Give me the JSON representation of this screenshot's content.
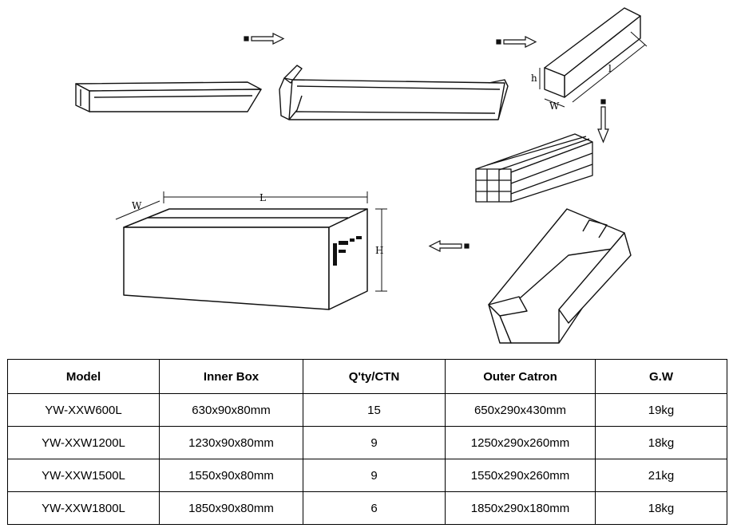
{
  "diagram": {
    "dimension_labels": {
      "small_box_height": "h",
      "small_box_width": "W",
      "small_box_length": "l",
      "carton_width": "W",
      "carton_length": "L",
      "carton_height": "H"
    }
  },
  "table": {
    "headers": [
      "Model",
      "Inner Box",
      "Q'ty/CTN",
      "Outer Catron",
      "G.W"
    ],
    "rows": [
      [
        "YW-XXW600L",
        "630x90x80mm",
        "15",
        "650x290x430mm",
        "19kg"
      ],
      [
        "YW-XXW1200L",
        "1230x90x80mm",
        "9",
        "1250x290x260mm",
        "18kg"
      ],
      [
        "YW-XXW1500L",
        "1550x90x80mm",
        "9",
        "1550x290x260mm",
        "21kg"
      ],
      [
        "YW-XXW1800L",
        "1850x90x80mm",
        "6",
        "1850x290x180mm",
        "18kg"
      ]
    ]
  }
}
